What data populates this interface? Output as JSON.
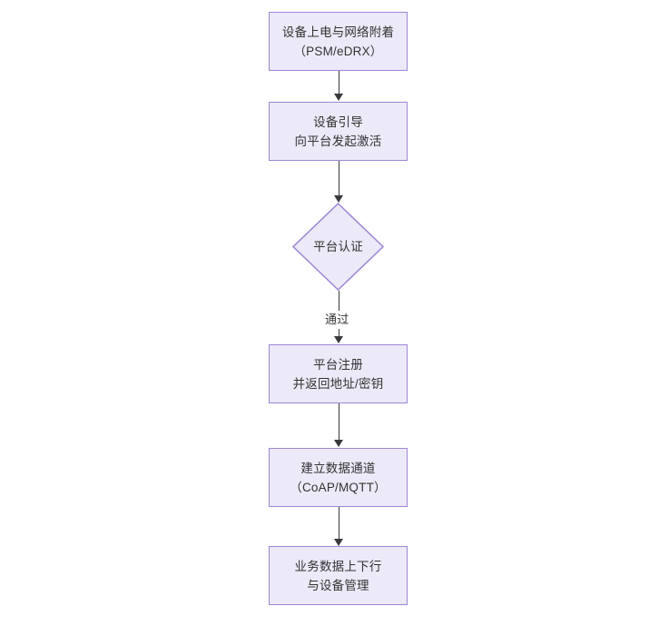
{
  "diagram": {
    "type": "flowchart",
    "orientation": "top-to-bottom",
    "background_color": "#ffffff",
    "node_fill_color": "#ECEAF8",
    "node_border_color": "#9E86D6",
    "text_color": "#333333",
    "connector_color": "#39393d",
    "nodes": [
      {
        "id": "power-on",
        "shape": "rectangle",
        "line1": "设备上电与网络附着",
        "line2": "（PSM/eDRX）"
      },
      {
        "id": "bootstrap",
        "shape": "rectangle",
        "line1": "设备引导",
        "line2": "向平台发起激活"
      },
      {
        "id": "platform-auth",
        "shape": "diamond",
        "line1": "平台认证",
        "line2": ""
      },
      {
        "id": "platform-register",
        "shape": "rectangle",
        "line1": "平台注册",
        "line2": "并返回地址/密钥"
      },
      {
        "id": "data-channel",
        "shape": "rectangle",
        "line1": "建立数据通道",
        "line2": "（CoAP/MQTT）"
      },
      {
        "id": "service-data",
        "shape": "rectangle",
        "line1": "业务数据上下行",
        "line2": "与设备管理"
      }
    ],
    "edges": [
      {
        "id": "e1",
        "from": "power-on",
        "to": "bootstrap",
        "label": ""
      },
      {
        "id": "e2",
        "from": "bootstrap",
        "to": "platform-auth",
        "label": ""
      },
      {
        "id": "e3",
        "from": "platform-auth",
        "to": "platform-register",
        "label": "通过"
      },
      {
        "id": "e4",
        "from": "platform-register",
        "to": "data-channel",
        "label": ""
      },
      {
        "id": "e5",
        "from": "data-channel",
        "to": "service-data",
        "label": ""
      }
    ]
  }
}
